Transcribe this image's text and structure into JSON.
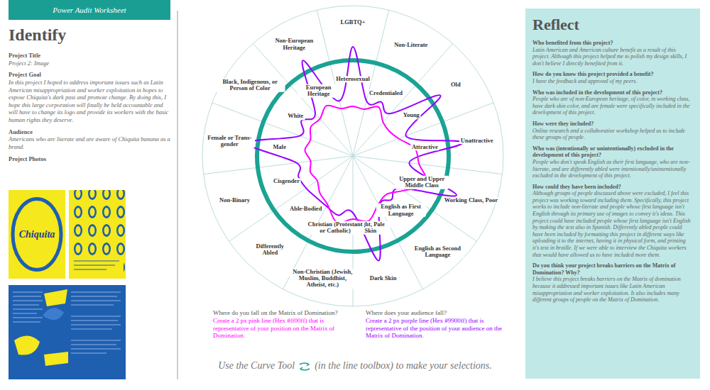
{
  "diagram": {
    "nodes": [
      {
        "text": [
          "Power Audit Worksheet"
        ]
      },
      {
        "text": [
          "Chiquita"
        ]
      },
      {
        "text": [
          "Reflect",
          "Who benefited from this project?",
          "Latin American and American culture benefit as a result of this project. Although this project helped me to polish my design skills, I don't believe I directly benefited from it.",
          "How do you know this project provided a benefit?",
          "I have the feedback and approval of my peers.",
          "Who was included in the development of this project?",
          "People who are of non-European heritage, of color, in working class, have dark skin color, and are female were specifically included in the development of this project.",
          "How were they included?",
          "Online research and a collaborative workshop helped us to include these groups of people.",
          "Who was (intentionally or unintentionally) excluded in the development of this project?",
          "People who don't speak English as their first language, who are non-literate, and are differently abled were intentionally/unintentionally excluded in the development of this project.",
          "How could they have been included?",
          "Although groups of people discussed above were excluded, I feel this project was working toward including them. Specifically, this project works to include non-literate and people whose first language isn't English through its primary use of images to convey it's ideas. This project could have included people whose first language isn't English by making the text also in Spanish. Differently abled people could have been included by formatting this project in different ways like uploading it to the internet, having it in physical form, and printing it's text in braille. If we were able to interview the Chiquita workers that would have allowed us to have included more them.",
          "Do you think your project breaks barriers on the Matrix of Domination? Why?",
          "I believe this project breaks barriers on the Matrix of domination because it addressed important issues like Latin American misappropriation and worker exploitation. It also includes many different groups of people on the Matrix of Domination."
        ]
      }
    ],
    "labels": [
      "Identify",
      "Project Title",
      "Project 2: Image",
      "Project Goal",
      "In this project I hoped to address important issues such as Latin American misappropriation and worker exploitation in hopes to expose Chiquita's dark past and promote change. By doing this, I hope this large corporation will finally be held accountable and will have to change its logo and provide its workers with the basic human rights they deserve.",
      "Audience",
      "Americans who are literate and are aware of Chiquita banana as a brand.",
      "Project Photos",
      "LGBTQ+",
      "Non-Literate",
      "Old",
      "Unattractive",
      "Working Class, Poor",
      "English as Second Language",
      "Dark Skin",
      "Non-Christian (Jewish, Muslim, Buddhist, Atheist, etc.)",
      "Differently Abled",
      "Non-Binary",
      "Female or Trans-gender",
      "Black, Indigenous, or Person of Color",
      "Non-European Heritage",
      "Heterosexual",
      "Credentialed",
      "Young",
      "Attractive",
      "Upper and Upper Middle Class",
      "English as First Language",
      "Light, Pale Skin",
      "Christian (Protestant or Catholic)",
      "Able-Bodied",
      "Cisgender",
      "Male",
      "White",
      "European Heritage",
      "Where do you fall on the Matrix of Domination?",
      "Create a 2 px pink line (Hex #ff00ff) that is representative of your position on the Matrix of Domination.",
      "Where does your audience fall?",
      "Create a 2 px purple line (Hex #9900ff) that is representative of the position of your audience on the Matrix of Domination.",
      "Use the Curve Tool",
      "(in the line toolbox) to make your selections."
    ]
  }
}
